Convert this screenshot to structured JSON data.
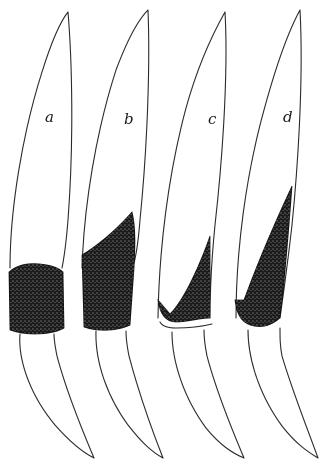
{
  "panels": [
    {
      "id": "a",
      "label": "a"
    },
    {
      "id": "b",
      "label": "b"
    },
    {
      "id": "c",
      "label": "c"
    },
    {
      "id": "d",
      "label": "d"
    }
  ],
  "colors": {
    "ink": "#2a2a2a",
    "shading": "#111111",
    "background": "#ffffff"
  }
}
